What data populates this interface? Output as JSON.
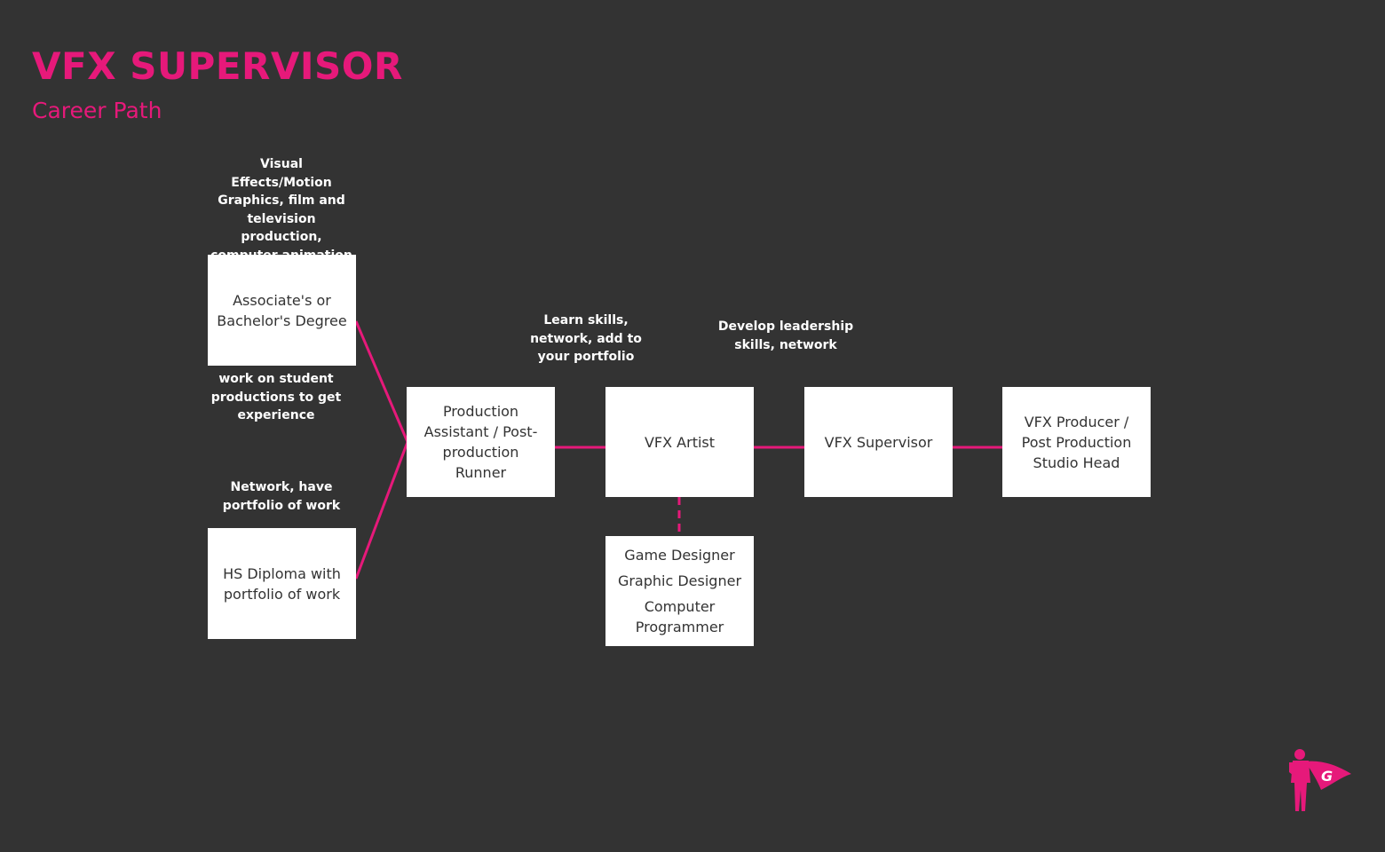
{
  "header": {
    "title": "VFX SUPERVISOR",
    "subtitle": "Career Path"
  },
  "colors": {
    "background": "#333333",
    "accent": "#e6197a",
    "box": "#ffffff",
    "box_text": "#333333",
    "note_text": "#ffffff"
  },
  "nodes": {
    "degree": "Associate's or Bachelor's Degree",
    "hs_diploma": "HS Diploma with portfolio of work",
    "production_assistant": "Production Assistant / Post-production Runner",
    "vfx_artist": "VFX Artist",
    "vfx_supervisor": "VFX Supervisor",
    "vfx_producer": "VFX Producer / Post Production Studio Head",
    "alternatives": [
      "Game Designer",
      "Graphic Designer",
      "Computer Programmer"
    ]
  },
  "notes": {
    "degree_fields": "Visual Effects/Motion Graphics, film and television production, computer animation",
    "student_work": "work on student productions to get experience",
    "network_portfolio": "Network, have portfolio of work",
    "learn_skills": "Learn skills, network, add to your portfolio",
    "leadership": "Develop leadership skills, network"
  },
  "logo": {
    "icon": "superhero-g-icon",
    "letter": "G"
  }
}
